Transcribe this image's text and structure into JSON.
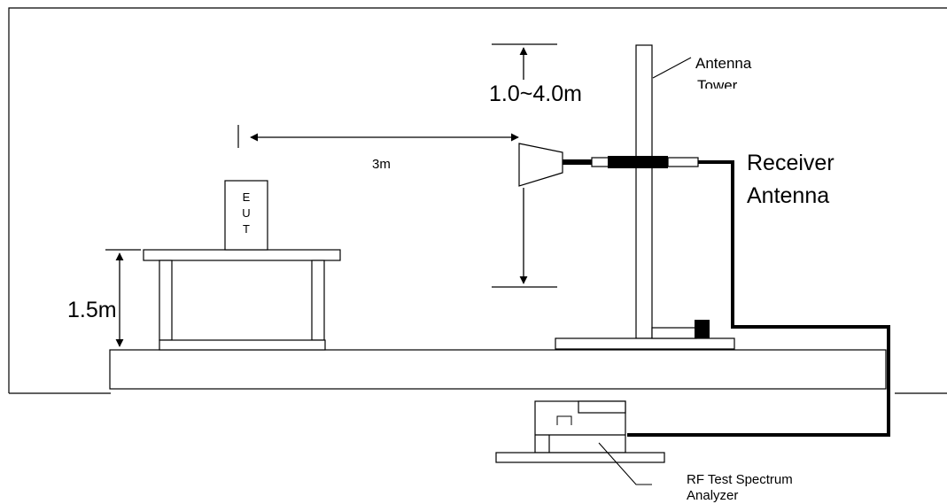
{
  "labels": {
    "height_range": "1.0~4.0m",
    "antenna_tower_line1": "Antenna",
    "antenna_tower_line2": "Tower",
    "distance": "3m",
    "receiver_line1": "Receiver",
    "receiver_line2": "Antenna",
    "eut_e": "E",
    "eut_u": "U",
    "eut_t": "T",
    "table_height": "1.5m",
    "analyzer_line1": "RF Test Spectrum",
    "analyzer_line2": "Analyzer"
  },
  "colors": {
    "line": "#000000",
    "background": "#ffffff"
  }
}
